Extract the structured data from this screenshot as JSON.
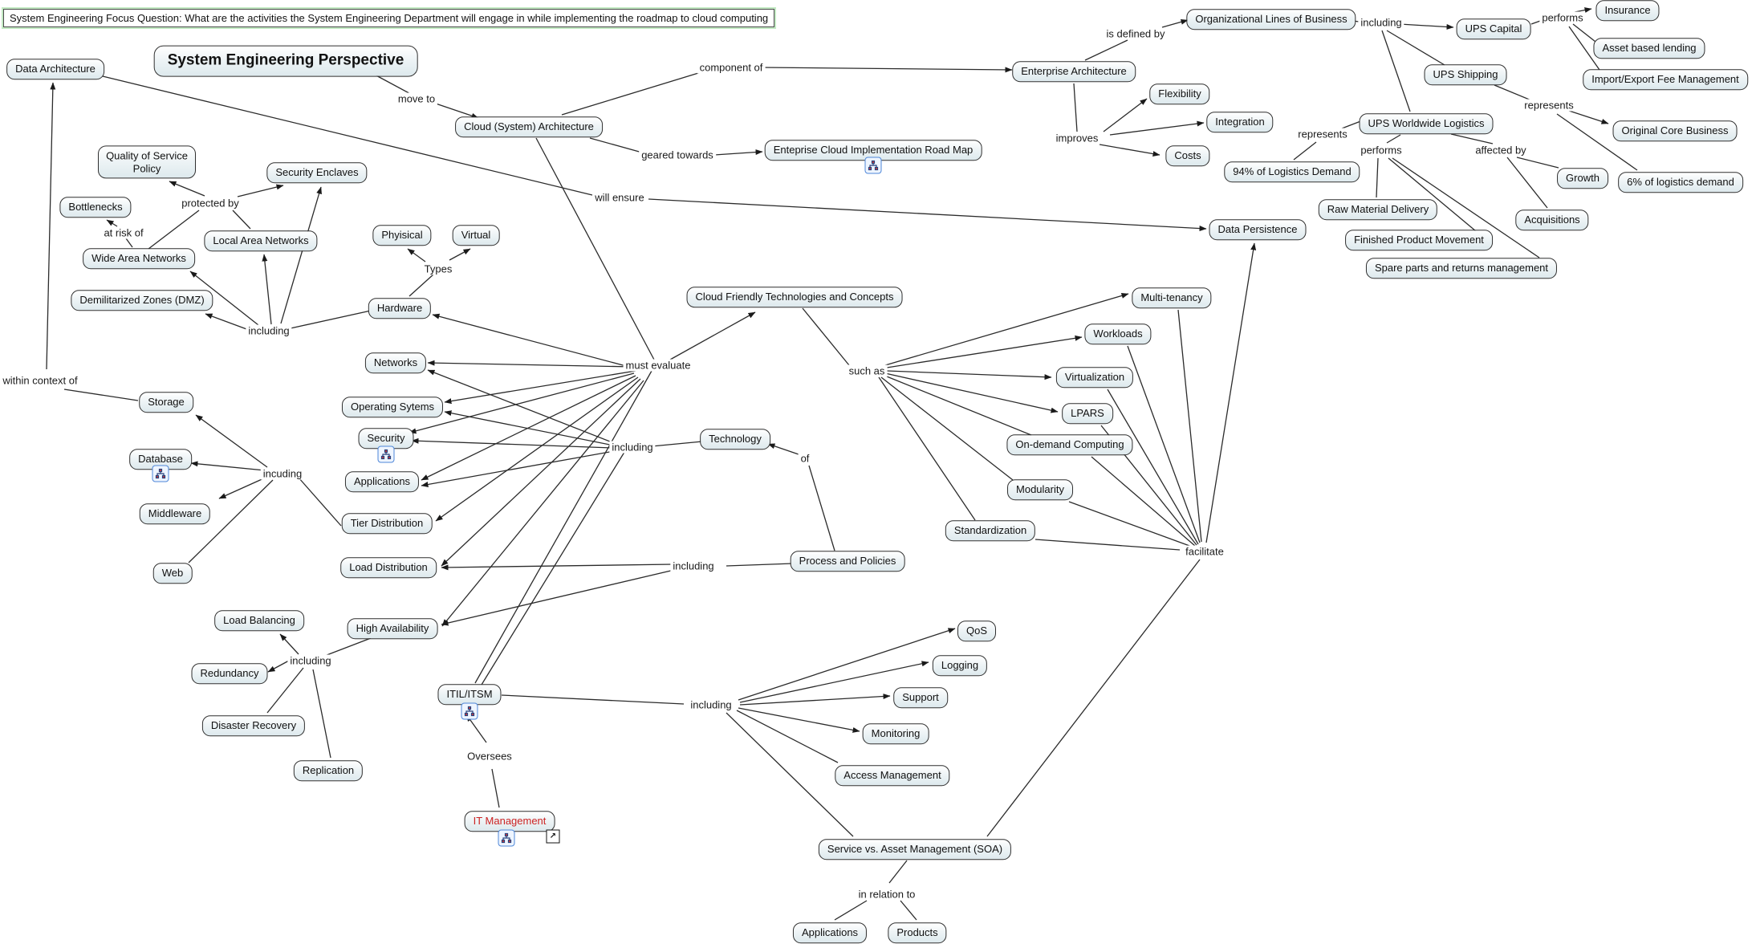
{
  "focus_question": {
    "text": "System Engineering Focus Question: What are the activities the System Engineering Department will engage in while implementing the roadmap to cloud computing"
  },
  "colors": {
    "node_border": "#2f2f2f",
    "node_fill_top": "#ffffff",
    "node_fill_bottom": "#dde9ed",
    "line": "#2b2b2b",
    "focus_outline_green": "#c3eac3",
    "it_management_text": "#cc2222",
    "icon_border_blue": "#4d86d8"
  },
  "nodes": {
    "sep": {
      "label": "System Engineering Perspective"
    },
    "dataArchitecture": {
      "label": "Data Architecture"
    },
    "cloudArch": {
      "label": "Cloud (System) Architecture"
    },
    "roadMap": {
      "label": "Enteprise Cloud Implementation Road Map"
    },
    "ea": {
      "label": "Enterprise Architecture"
    },
    "olb": {
      "label": "Organizational Lines of Business"
    },
    "upsCapital": {
      "label": "UPS Capital"
    },
    "insurance": {
      "label": "Insurance"
    },
    "assetLending": {
      "label": "Asset based lending"
    },
    "importExport": {
      "label": "Import/Export Fee Management"
    },
    "upsShipping": {
      "label": "UPS Shipping"
    },
    "flexibility": {
      "label": "Flexibility"
    },
    "integration": {
      "label": "Integration"
    },
    "costs": {
      "label": "Costs"
    },
    "upsWL": {
      "label": "UPS Worldwide Logistics"
    },
    "originalCore": {
      "label": "Original Core Business"
    },
    "pct94": {
      "label": "94% of Logistics Demand"
    },
    "pct6": {
      "label": "6% of logistics demand"
    },
    "growth": {
      "label": "Growth"
    },
    "acquisitions": {
      "label": "Acquisitions"
    },
    "rawMaterial": {
      "label": "Raw Material Delivery"
    },
    "finishedProduct": {
      "label": "Finished Product Movement"
    },
    "spareParts": {
      "label": "Spare parts and returns management"
    },
    "qosPolicy": {
      "label": "Quality of Service Policy"
    },
    "securityEnclaves": {
      "label": "Security Enclaves"
    },
    "bottlenecks": {
      "label": "Bottlenecks"
    },
    "lan": {
      "label": "Local Area Networks"
    },
    "wan": {
      "label": "Wide Area Networks"
    },
    "dmz": {
      "label": "Demilitarized Zones (DMZ)"
    },
    "phyisical": {
      "label": "Phyisical"
    },
    "virtual": {
      "label": "Virtual"
    },
    "hardware": {
      "label": "Hardware"
    },
    "dataPersistence": {
      "label": "Data Persistence"
    },
    "cftc": {
      "label": "Cloud Friendly Technologies and Concepts"
    },
    "multiTenancy": {
      "label": "Multi-tenancy"
    },
    "workloads": {
      "label": "Workloads"
    },
    "virtualization": {
      "label": "Virtualization"
    },
    "lpars": {
      "label": "LPARS"
    },
    "onDemand": {
      "label": "On-demand Computing"
    },
    "modularity": {
      "label": "Modularity"
    },
    "standardization": {
      "label": "Standardization"
    },
    "networks": {
      "label": "Networks"
    },
    "operatingSytems": {
      "label": "Operating Sytems"
    },
    "security": {
      "label": "Security"
    },
    "applications": {
      "label": "Applications"
    },
    "tierDistribution": {
      "label": "Tier Distribution"
    },
    "loadDistribution": {
      "label": "Load Distribution"
    },
    "highAvailability": {
      "label": "High Availability"
    },
    "technology": {
      "label": "Technology"
    },
    "processPolicies": {
      "label": "Process and Policies"
    },
    "storage": {
      "label": "Storage"
    },
    "database": {
      "label": "Database"
    },
    "middleware": {
      "label": "Middleware"
    },
    "web": {
      "label": "Web"
    },
    "loadBalancing": {
      "label": "Load Balancing"
    },
    "redundancy": {
      "label": "Redundancy"
    },
    "disasterRecovery": {
      "label": "Disaster Recovery"
    },
    "replication": {
      "label": "Replication"
    },
    "itil": {
      "label": "ITIL/ITSM"
    },
    "qos": {
      "label": "QoS"
    },
    "logging": {
      "label": "Logging"
    },
    "support": {
      "label": "Support"
    },
    "monitoring": {
      "label": "Monitoring"
    },
    "accessMgmt": {
      "label": "Access Management"
    },
    "itMgmt": {
      "label": "IT Management"
    },
    "soa": {
      "label": "Service vs. Asset Management (SOA)"
    },
    "applicationsB": {
      "label": "Applications"
    },
    "products": {
      "label": "Products"
    }
  },
  "labels": {
    "moveTo": {
      "text": "move to"
    },
    "componentOf": {
      "text": "component of"
    },
    "gearedTowards": {
      "text": "geared towards"
    },
    "isDefinedBy": {
      "text": "is defined by"
    },
    "includingTop": {
      "text": "including"
    },
    "performsTop": {
      "text": "performs"
    },
    "improves": {
      "text": "improves"
    },
    "representsL": {
      "text": "represents"
    },
    "representsR": {
      "text": "represents"
    },
    "performsM": {
      "text": "performs"
    },
    "affectedBy": {
      "text": "affected by"
    },
    "protectedBy": {
      "text": "protected by"
    },
    "atRiskOf": {
      "text": "at risk of"
    },
    "includingLeft": {
      "text": "including"
    },
    "willEnsure": {
      "text": "will ensure"
    },
    "types": {
      "text": "Types"
    },
    "withinContextOf": {
      "text": "within context of"
    },
    "incuding": {
      "text": "incuding"
    },
    "mustEvaluate": {
      "text": "must evaluate"
    },
    "suchAs": {
      "text": "such as"
    },
    "includingTech": {
      "text": "including"
    },
    "of": {
      "text": "of"
    },
    "includingProcess": {
      "text": "including"
    },
    "includingHa": {
      "text": "including"
    },
    "includingItil": {
      "text": "including"
    },
    "oversees": {
      "text": "Oversees"
    },
    "facilitate": {
      "text": "facilitate"
    },
    "inRelationTo": {
      "text": "in relation to"
    }
  },
  "icons": {
    "cmap_node_icon": "linked-cmap-icon",
    "link_arrow_icon": "external-link-icon"
  }
}
